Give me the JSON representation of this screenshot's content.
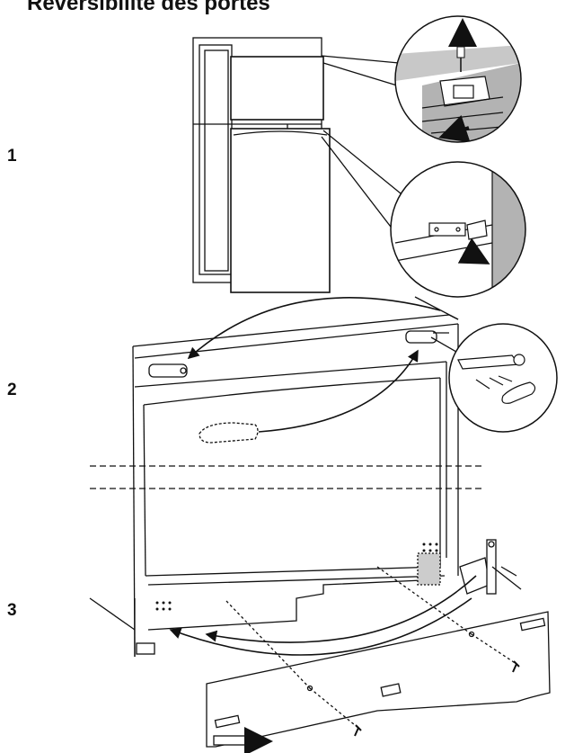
{
  "page": {
    "title": "Réversibilité des portes"
  },
  "steps": [
    {
      "label": "1"
    },
    {
      "label": "2"
    },
    {
      "label": "3"
    }
  ],
  "colors": {
    "ink": "#111111",
    "shade": "#b3b3b3",
    "paper": "#ffffff"
  }
}
